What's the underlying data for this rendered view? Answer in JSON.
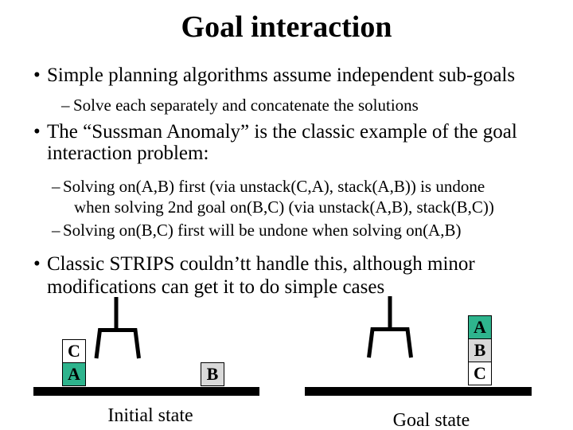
{
  "slide": {
    "title": "Goal interaction",
    "bullets": [
      {
        "marker": "•",
        "lines": [
          "Simple planning algorithms assume independent sub-goals"
        ]
      },
      {
        "marker": "–",
        "lines": [
          "Solve each separately and concatenate the solutions"
        ]
      },
      {
        "marker": "•",
        "lines": [
          "The “Sussman Anomaly” is the classic example of the goal",
          "interaction problem:"
        ]
      },
      {
        "marker": "–",
        "lines": [
          "Solving on(A,B) first (via unstack(C,A), stack(A,B)) is undone",
          "when solving 2nd goal on(B,C) (via unstack(A,B), stack(B,C))"
        ]
      },
      {
        "marker": "–",
        "lines": [
          "Solving on(B,C) first will be undone when solving on(A,B)"
        ]
      },
      {
        "marker": "•",
        "lines": [
          "Classic STRIPS couldn’tt handle this, although minor",
          "modifications can get it to do simple cases"
        ]
      }
    ]
  },
  "diagrams": {
    "colors": {
      "block_a": "#2EB48D",
      "block_b": "#D9D9D9",
      "block_c": "#FFFFFF",
      "floor": "#000000"
    },
    "initial": {
      "label": "Initial state",
      "stack_blocks": [
        "C",
        "A"
      ],
      "floor_block": "B"
    },
    "goal": {
      "label": "Goal state",
      "stack_blocks": [
        "A",
        "B",
        "C"
      ]
    }
  }
}
